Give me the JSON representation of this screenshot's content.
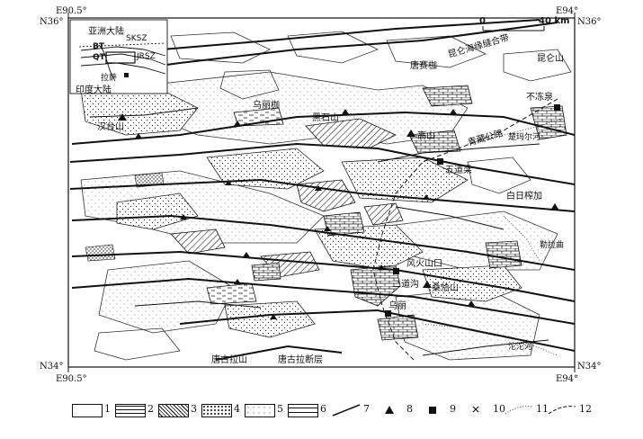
{
  "corners": {
    "top_left_lon": "E90.5°",
    "top_left_lat": "N36°",
    "top_right_lon": "E94°",
    "top_right_lat": "N36°",
    "bottom_left_lat": "N34°",
    "bottom_left_lon": "E90.5°",
    "bottom_right_lat": "N34°",
    "bottom_right_lon": "E94°"
  },
  "inset": {
    "asia": "亚洲大陆",
    "india": "印度大陆",
    "lhasa": "拉萨",
    "bt": "BT",
    "qt": "QT",
    "sksz": "SKSZ",
    "jrsz": "JRSZ"
  },
  "scale": {
    "zero": "0",
    "distance": "40 km"
  },
  "places": {
    "kunlun_suture": "昆仑海缘缝合带",
    "kunlun_mtn": "昆仑山",
    "tangsai": "唐赛枷",
    "budongquan": "不冻泉",
    "wudaoliang_area": "乌丽枷",
    "heishishan": "黑石山",
    "hanxishan": "汉台山",
    "gaoshan": "高山",
    "qingzang_road": "青藏公路",
    "chumar_river": "楚玛尔河",
    "wudaoliang": "五道梁",
    "baorimaijia": "白日榨加",
    "tuotuo_qu": "勒拉曲",
    "fenghuoshankou": "风火山口",
    "erdaogou": "二道沟",
    "sangqiashan": "桑恰山",
    "wuli": "乌丽",
    "tuotuohe": "沱沱河",
    "tanggulashan": "唐古拉山",
    "tanggula_fault": "唐古拉断层"
  },
  "legend": [
    "1",
    "2",
    "3",
    "4",
    "5",
    "6",
    "7",
    "8",
    "9",
    "10",
    "11",
    "12"
  ]
}
